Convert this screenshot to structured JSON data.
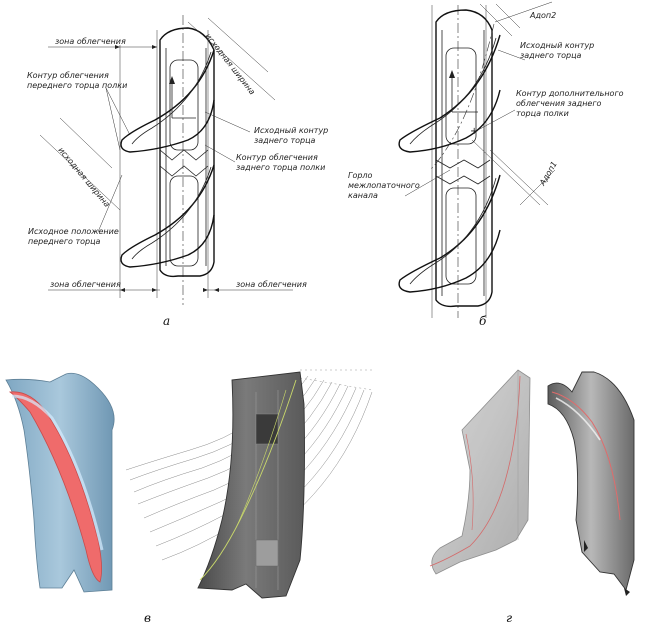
{
  "panel_a": {
    "caption": "а",
    "relief_zone_top": "зона облегчения",
    "relief_zone_bottom_left": "зона облегчения",
    "relief_zone_bottom_right": "зона облегчения",
    "front_relief_contour_1": "Контур облегчения",
    "front_relief_contour_2": "переднего торца полки",
    "original_width_top": "исходная ширина",
    "original_width_left": "исходная ширина",
    "rear_original_contour_1": "Исходный контур",
    "rear_original_contour_2": "заднего торца",
    "rear_relief_contour_1": "Контур облегчения",
    "rear_relief_contour_2": "заднего торца полки",
    "front_original_position_1": "Исходное положение",
    "front_original_position_2": "переднего торца"
  },
  "panel_b": {
    "caption": "б",
    "dim_top": "Aдоп2",
    "dim_bottom": "Aдоп1",
    "rear_original_contour_1": "Исходный контур",
    "rear_original_contour_2": "заднего торца",
    "extra_relief_1": "Контур дополнительного",
    "extra_relief_2": "облегчения заднего",
    "extra_relief_3": "торца полки",
    "throat_1": "Горло",
    "throat_2": "межлопаточного",
    "throat_3": "канала"
  },
  "panel_c": {
    "caption": "в"
  },
  "panel_d": {
    "caption": "г"
  },
  "colors": {
    "blade_blue": "#8fb4cc",
    "highlight_red": "#ef6b6b",
    "gray_model": "#6d6d6d",
    "light_gray": "#c9c9c9"
  }
}
